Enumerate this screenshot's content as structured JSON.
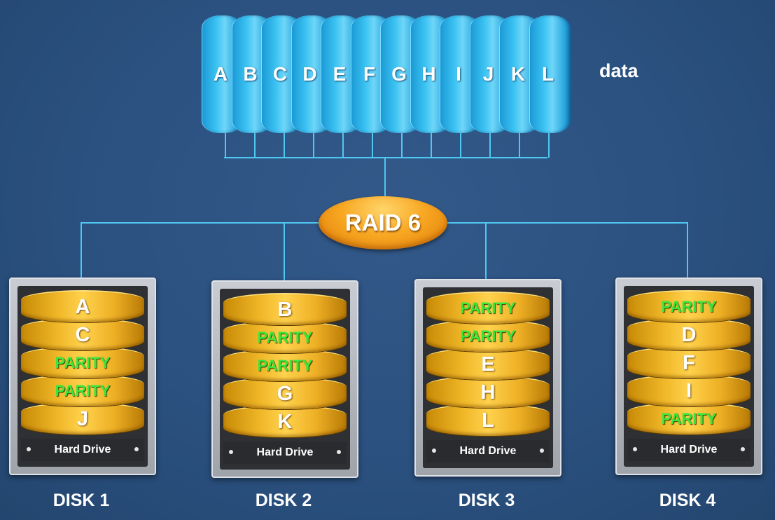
{
  "data_blocks": [
    "A",
    "B",
    "C",
    "D",
    "E",
    "F",
    "G",
    "H",
    "I",
    "J",
    "K",
    "L"
  ],
  "data_label": "data",
  "raid_label": "RAID 6",
  "hard_drive_label": "Hard Drive",
  "disks": [
    {
      "name": "DISK 1",
      "blocks": [
        "A",
        "C",
        "PARITY",
        "PARITY",
        "J"
      ]
    },
    {
      "name": "DISK 2",
      "blocks": [
        "B",
        "PARITY",
        "PARITY",
        "G",
        "K"
      ]
    },
    {
      "name": "DISK 3",
      "blocks": [
        "PARITY",
        "PARITY",
        "E",
        "H",
        "L"
      ]
    },
    {
      "name": "DISK 4",
      "blocks": [
        "PARITY",
        "D",
        "F",
        "I",
        "PARITY"
      ]
    }
  ],
  "colors": {
    "background": "#2b5180",
    "data_cylinder": "#3cc3f2",
    "connector": "#4fc8f2",
    "raid_oval": "#f8a823",
    "platter": "#f0b728",
    "parity_text": "#3be63b"
  }
}
